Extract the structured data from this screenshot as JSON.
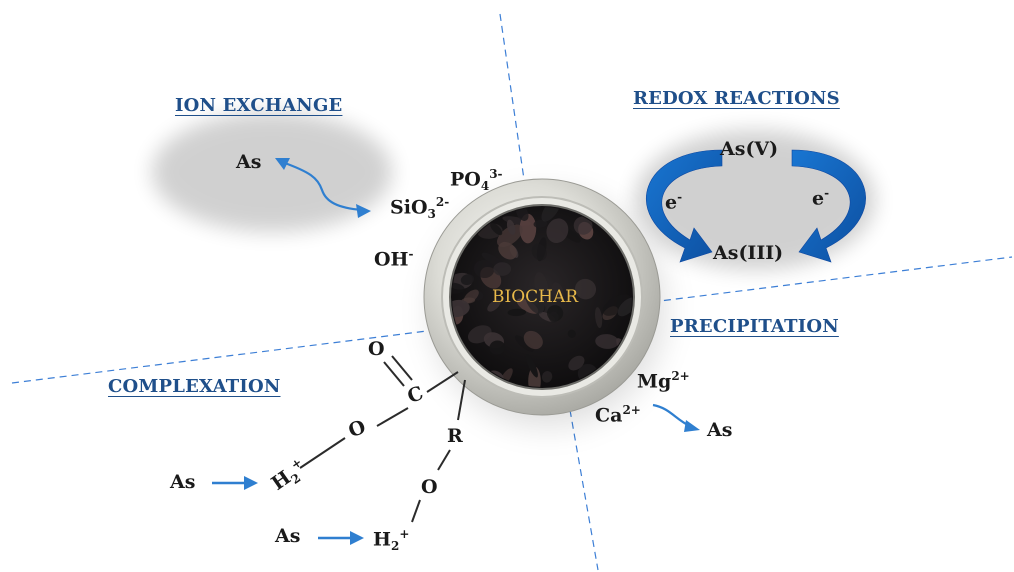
{
  "sections": {
    "ion_exchange": "ION EXCHANGE",
    "redox": "REDOX REACTIONS",
    "precipitation": "PRECIPITATION",
    "complexation": "COMPLEXATION"
  },
  "core": {
    "label": "BIOCHAR"
  },
  "ion_exchange": {
    "as": "As",
    "po4": "PO",
    "po4_sub": "4",
    "po4_sup": "3-",
    "sio3": "SiO",
    "sio3_sub": "3",
    "sio3_sup": "2-",
    "oh": "OH",
    "oh_sup": "-"
  },
  "redox": {
    "as_v": "As(V)",
    "as_iii": "As(III)",
    "e_left": "e",
    "e_left_sup": "-",
    "e_right": "e",
    "e_right_sup": "-"
  },
  "precipitation": {
    "mg": "Mg",
    "mg_sup": "2+",
    "ca": "Ca",
    "ca_sup": "2+",
    "as": "As"
  },
  "complexation": {
    "o_carbonyl": "O",
    "c": "C",
    "o_ether": "O",
    "h2_a": "H",
    "h2_a_sub": "2",
    "h2_a_sup": "+",
    "as_a": "As",
    "r": "R",
    "o_r": "O",
    "h2_b": "H",
    "h2_b_sub": "2",
    "h2_b_sup": "+",
    "as_b": "As"
  },
  "colors": {
    "title": "#1f4f8a",
    "arrow": "#2f7fd0",
    "redox_arrow": "#1565c0",
    "dashed": "#3d7fd6",
    "core_text": "#e8b94a",
    "ring": "#c9c9c4"
  }
}
